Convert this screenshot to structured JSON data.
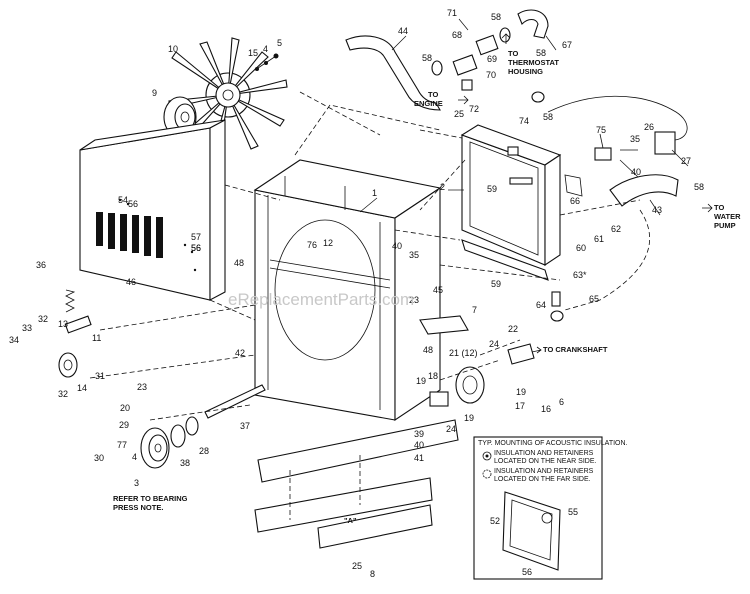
{
  "callouts": {
    "c1": "1",
    "c2": "2",
    "c3": "3",
    "c4a": "4",
    "c4b": "4",
    "c5": "5",
    "c6": "6",
    "c7": "7",
    "c8": "8",
    "c9": "9",
    "c10": "10",
    "c11": "11",
    "c12": "12",
    "c13": "13",
    "c14": "14",
    "c15": "15",
    "c16": "16",
    "c17": "17",
    "c18": "18",
    "c19a": "19",
    "c19b": "19",
    "c19c": "19",
    "c20": "20",
    "c21": "21 (12)",
    "c22": "22",
    "c23a": "23",
    "c23b": "23",
    "c24a": "24",
    "c24b": "24",
    "c25a": "25",
    "c25b": "25",
    "c26": "26",
    "c27": "27",
    "c28": "28",
    "c29": "29",
    "c30": "30",
    "c31": "31",
    "c32a": "32",
    "c32b": "32",
    "c33": "33",
    "c34": "34",
    "c35a": "35",
    "c35b": "35",
    "c36": "36",
    "c37": "37",
    "c38": "38",
    "c39": "39",
    "c40a": "40",
    "c40b": "40",
    "c40c": "40",
    "c41": "41",
    "c42": "42",
    "c43": "43",
    "c44": "44",
    "c45": "45",
    "c46": "46",
    "c48a": "48",
    "c48b": "48",
    "c52": "52",
    "c54": "54",
    "c55": "55",
    "c56a": "56",
    "c56b": "56",
    "c56c": "56",
    "c56d": "56",
    "c57": "57",
    "c58a": "58",
    "c58b": "58",
    "c58c": "58",
    "c58d": "58",
    "c58e": "58",
    "c59a": "59",
    "c59b": "59",
    "c60": "60",
    "c61": "61",
    "c62": "62",
    "c63": "63*",
    "c64": "64",
    "c65": "65",
    "c66": "66",
    "c67": "67",
    "c68": "68",
    "c69": "69",
    "c70": "70",
    "c71": "71",
    "c72": "72",
    "c74": "74",
    "c75": "75",
    "c76": "76",
    "c77": "77"
  },
  "notes": {
    "to_thermostat_1": "TO",
    "to_thermostat_2": "THERMOSTAT",
    "to_thermostat_3": "HOUSING",
    "to_engine_1": "TO",
    "to_engine_2": "ENGINE",
    "to_water_1": "TO",
    "to_water_2": "WATER",
    "to_water_3": "PUMP",
    "to_crankshaft": "TO CRANKSHAFT",
    "bearing_1": "REFER TO BEARING",
    "bearing_2": "PRESS NOTE.",
    "view_a": "\"A\""
  },
  "legend": {
    "title": "TYP. MOUNTING OF ACOUSTIC INSULATION.",
    "near_1": "INSULATION AND RETAINERS",
    "near_2": "LOCATED ON THE NEAR SIDE.",
    "far_1": "INSULATION AND RETAINERS",
    "far_2": "LOCATED ON THE FAR SIDE."
  },
  "watermark": "eReplacementParts.com"
}
